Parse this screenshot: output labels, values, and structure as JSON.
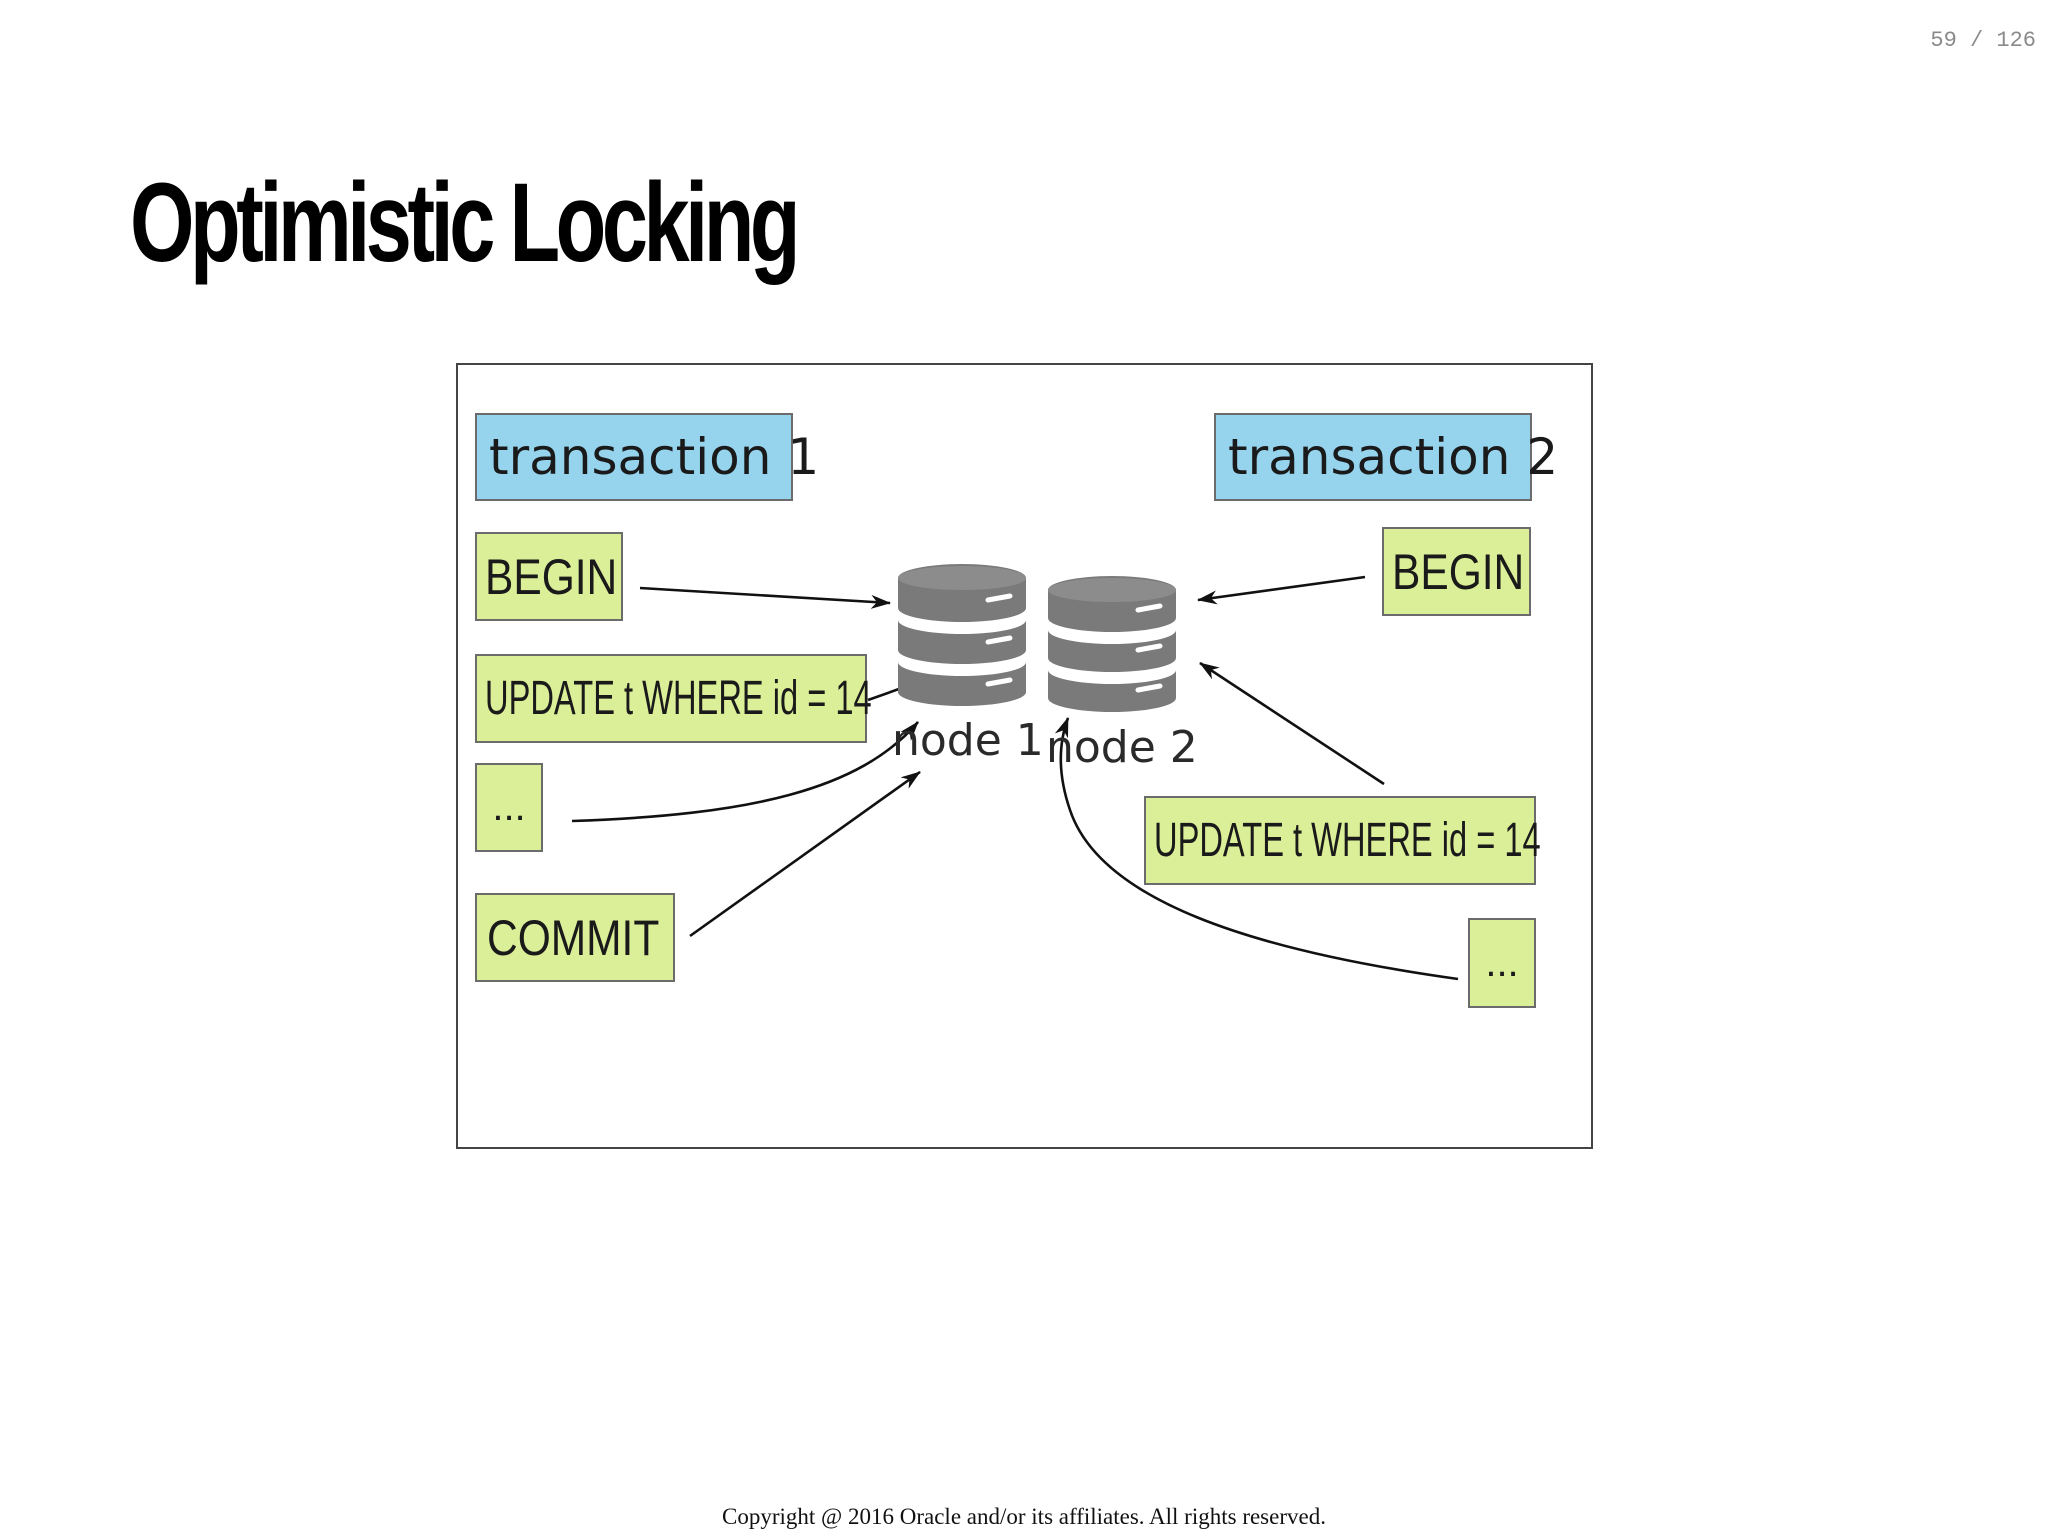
{
  "page_counter": "59 / 126",
  "title": "Optimistic Locking",
  "diagram": {
    "transaction_1": {
      "label": "transaction 1",
      "steps": [
        "BEGIN",
        "UPDATE t WHERE id = 14",
        "...",
        "COMMIT"
      ]
    },
    "transaction_2": {
      "label": "transaction 2",
      "steps": [
        "BEGIN",
        "UPDATE t WHERE id = 14",
        "..."
      ]
    },
    "nodes": [
      "node 1",
      "node 2"
    ],
    "colors": {
      "transaction_label": "#96d4ee",
      "step_box": "#dbee98",
      "database": "#7a7a7a"
    },
    "icons": [
      "database-icon",
      "database-icon"
    ]
  },
  "footer": {
    "copyright": "Copyright @ 2016 Oracle and/or its affiliates. All rights reserved."
  }
}
